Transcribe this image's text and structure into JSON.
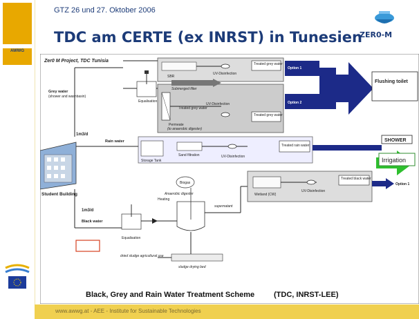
{
  "header": {
    "date": "GTZ 26 und 27. Oktober 2006",
    "title": "TDC am CERTE (ex INRST) in Tunesien",
    "logo_text": "ZER0-M"
  },
  "sidebar": {
    "logo_text": "AWWG"
  },
  "diagram": {
    "project": "Zer0 M Project, TDC Tunisia",
    "sbr": "SBR",
    "uv_disinfection": "UV-Disinfection",
    "treated_grey_water": "Treated grey water",
    "option1": "Option 1",
    "option2": "Option 2",
    "flushing_toilet": "Flushing toilet",
    "equalisation": "Equalisation",
    "submerged_filter": "Submerged filter",
    "treated_grey": "Treated grey water",
    "permeate": "Permeate",
    "to_digester": "(to anaerobic digester)",
    "grey_water": "Grey water",
    "grey_water_src": "(shower and washbasin)",
    "grey_vol": "1m3/d",
    "rain_water": "Rain water",
    "storage_tank": "Storage Tank",
    "sand_filtration": "Sand filtration",
    "treated_rain": "Treated rain water",
    "shower": "SHOWER",
    "irrigation": "Irrigation",
    "student_building": "Student Building",
    "black_vol": "1m3/d",
    "black_water": "Black water",
    "biogas": "Biogas",
    "heating": "Heating",
    "anaerobic_digester": "Anaerobic digester",
    "supernatant": "supernatant",
    "wetland": "Wetland (CW)",
    "treated_black": "Treated black water",
    "option1_black": "Option 1",
    "dried_sludge": "dried sludge agricultural use",
    "sludge_drying": "sludge drying bed",
    "caption": "Black, Grey and Rain Water Treatment Scheme",
    "caption_suffix": "(TDC, INRST-LEE)"
  },
  "footer": {
    "text": "www.awwg.at - AEE - Institute for Sustainable Technologies"
  }
}
